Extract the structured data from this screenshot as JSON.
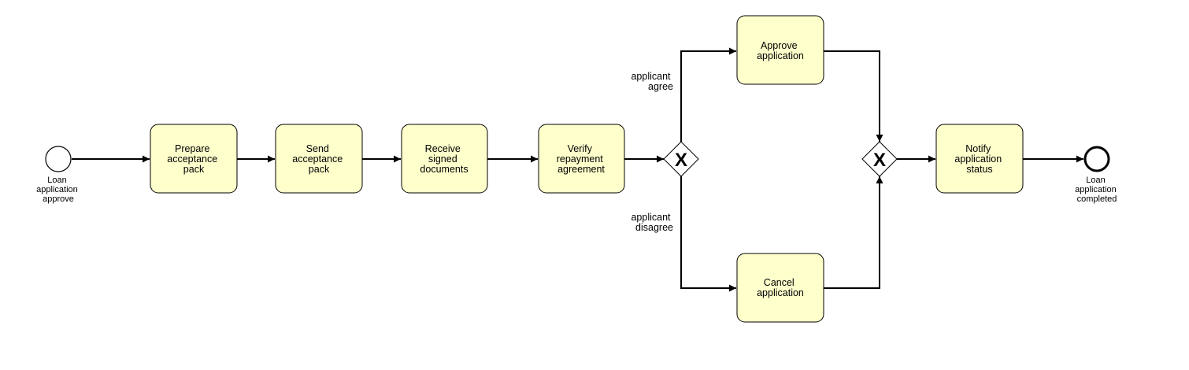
{
  "colors": {
    "task_fill": "#ffffcc",
    "stroke": "#000000",
    "background": "#ffffff"
  },
  "events": {
    "start": {
      "label": [
        "Loan",
        "application",
        "approve"
      ]
    },
    "end": {
      "label": [
        "Loan",
        "application",
        "completed"
      ]
    }
  },
  "tasks": {
    "prepare": {
      "label": [
        "Prepare",
        "acceptance",
        "pack"
      ]
    },
    "send": {
      "label": [
        "Send",
        "acceptance",
        "pack"
      ]
    },
    "receive": {
      "label": [
        "Receive",
        "signed",
        "documents"
      ]
    },
    "verify": {
      "label": [
        "Verify",
        "repayment",
        "agreement"
      ]
    },
    "approve": {
      "label": [
        "Approve",
        "application"
      ]
    },
    "cancel": {
      "label": [
        "Cancel",
        "application"
      ]
    },
    "notify": {
      "label": [
        "Notify",
        "application",
        "status"
      ]
    }
  },
  "gateways": {
    "split": {
      "marker": "X"
    },
    "join": {
      "marker": "X"
    }
  },
  "flows": {
    "agree": {
      "label": [
        "applicant",
        "agree"
      ]
    },
    "disagree": {
      "label": [
        "applicant",
        "disagree"
      ]
    }
  }
}
